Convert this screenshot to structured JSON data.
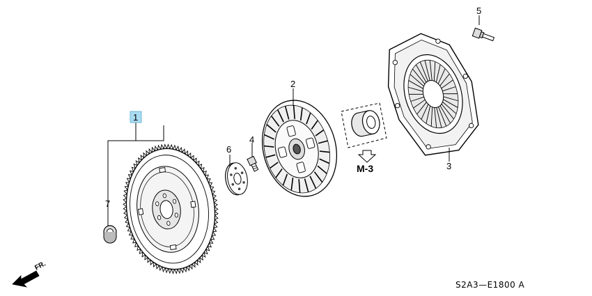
{
  "callouts": [
    {
      "id": "p1",
      "label": "1",
      "highlighted": true,
      "highlight_color": "#a9dcf2"
    },
    {
      "id": "p2",
      "label": "2"
    },
    {
      "id": "p3",
      "label": "3"
    },
    {
      "id": "p4",
      "label": "4"
    },
    {
      "id": "p5",
      "label": "5"
    },
    {
      "id": "p6",
      "label": "6"
    },
    {
      "id": "p7",
      "label": "7"
    }
  ],
  "reference": {
    "label": "M-3"
  },
  "direction": {
    "label": "FR."
  },
  "diagram_code": "S2A3—E1800 A"
}
